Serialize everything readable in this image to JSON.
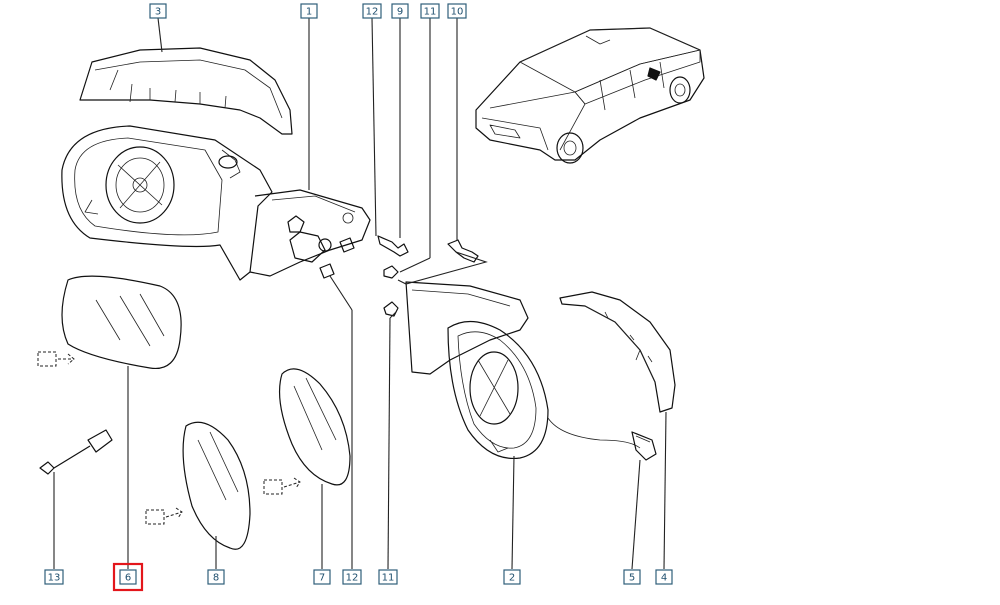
{
  "diagram": {
    "callouts_top": [
      {
        "id": "c3",
        "num": "3"
      },
      {
        "id": "c1",
        "num": "1"
      },
      {
        "id": "c12a",
        "num": "12"
      },
      {
        "id": "c9",
        "num": "9"
      },
      {
        "id": "c11a",
        "num": "11"
      },
      {
        "id": "c10",
        "num": "10"
      }
    ],
    "callouts_bottom": [
      {
        "id": "c13",
        "num": "13"
      },
      {
        "id": "c6",
        "num": "6",
        "highlighted": true
      },
      {
        "id": "c8",
        "num": "8"
      },
      {
        "id": "c7",
        "num": "7"
      },
      {
        "id": "c12b",
        "num": "12"
      },
      {
        "id": "c11b",
        "num": "11"
      },
      {
        "id": "c2",
        "num": "2"
      },
      {
        "id": "c5",
        "num": "5"
      },
      {
        "id": "c4",
        "num": "4"
      }
    ],
    "highlight_color": "#e3161b",
    "callout_color": "#2f5f7a"
  }
}
